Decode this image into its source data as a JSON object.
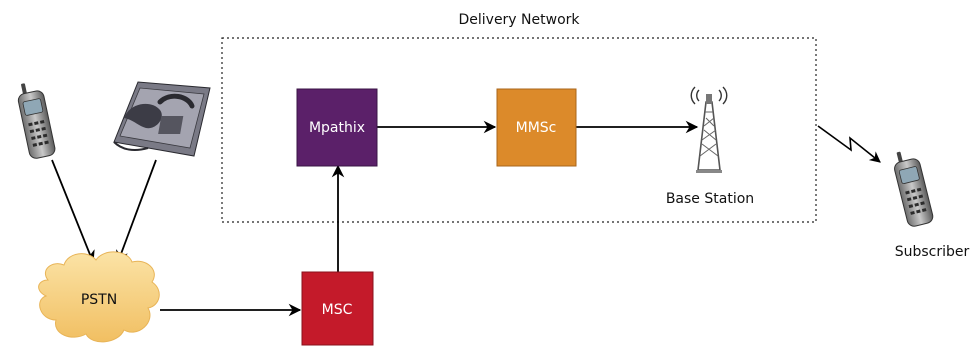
{
  "diagram": {
    "group_label": "Delivery Network",
    "nodes": {
      "mpathix": {
        "label": "Mpathix",
        "color": "#5b2069"
      },
      "mmsc": {
        "label": "MMSc",
        "color": "#dc8a2a"
      },
      "msc": {
        "label": "MSC",
        "color": "#c41a2a"
      },
      "pstn": {
        "label": "PSTN",
        "color": "#f5cd7c"
      }
    },
    "base_station_label": "Base Station",
    "subscriber_label": "Subscriber",
    "icons": [
      "mobile-phone-icon",
      "desk-phone-icon",
      "cell-tower-icon",
      "mobile-phone-icon"
    ]
  }
}
